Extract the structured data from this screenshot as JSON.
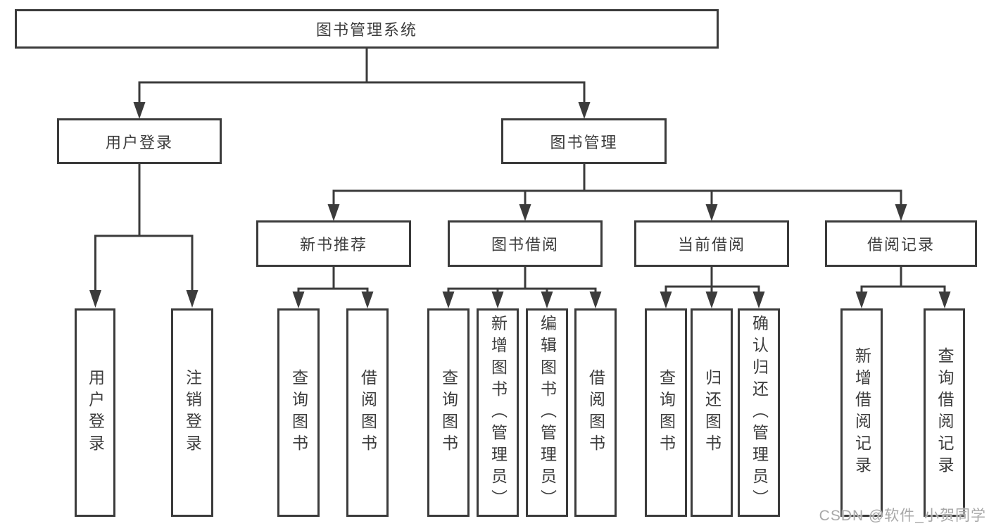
{
  "colors": {
    "line": "#3b3b3b",
    "box_border": "#3b3b3b",
    "text": "#3d3d3d",
    "watermark": "#a8a8a8",
    "background": "#ffffff"
  },
  "watermark": "CSDN @软件_小贺同学",
  "tree": {
    "label": "图书管理系统",
    "children": [
      {
        "label": "用户登录",
        "children": [
          {
            "label": "用户登录"
          },
          {
            "label": "注销登录"
          }
        ]
      },
      {
        "label": "图书管理",
        "children": [
          {
            "label": "新书推荐",
            "children": [
              {
                "label": "查询图书"
              },
              {
                "label": "借阅图书"
              }
            ]
          },
          {
            "label": "图书借阅",
            "children": [
              {
                "label": "查询图书"
              },
              {
                "label": "新增图书（管理员）"
              },
              {
                "label": "编辑图书（管理员）"
              },
              {
                "label": "借阅图书"
              }
            ]
          },
          {
            "label": "当前借阅",
            "children": [
              {
                "label": "查询图书"
              },
              {
                "label": "归还图书"
              },
              {
                "label": "确认归还（管理员）"
              }
            ]
          },
          {
            "label": "借阅记录",
            "children": [
              {
                "label": "新增借阅记录"
              },
              {
                "label": "查询借阅记录"
              }
            ]
          }
        ]
      }
    ]
  }
}
